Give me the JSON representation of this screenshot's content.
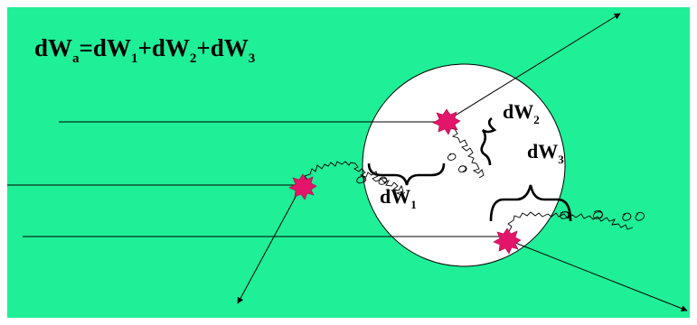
{
  "colors": {
    "background": "#1fef97",
    "circle_fill": "#ffffff",
    "interaction_burst": "#e3156a",
    "line": "#000000"
  },
  "equation": {
    "lhs_base": "dW",
    "lhs_sub": "a",
    "eq": "=",
    "terms": [
      {
        "base": "dW",
        "sub": "1"
      },
      {
        "base": "dW",
        "sub": "2"
      },
      {
        "base": "dW",
        "sub": "3"
      }
    ],
    "plus": "+"
  },
  "labels": {
    "dw1": {
      "base": "dW",
      "sub": "1"
    },
    "dw2": {
      "base": "dW",
      "sub": "2"
    },
    "dw3": {
      "base": "dW",
      "sub": "3"
    }
  },
  "icons": [
    "starburst-icon",
    "arrow-icon",
    "curly-brace-icon"
  ]
}
